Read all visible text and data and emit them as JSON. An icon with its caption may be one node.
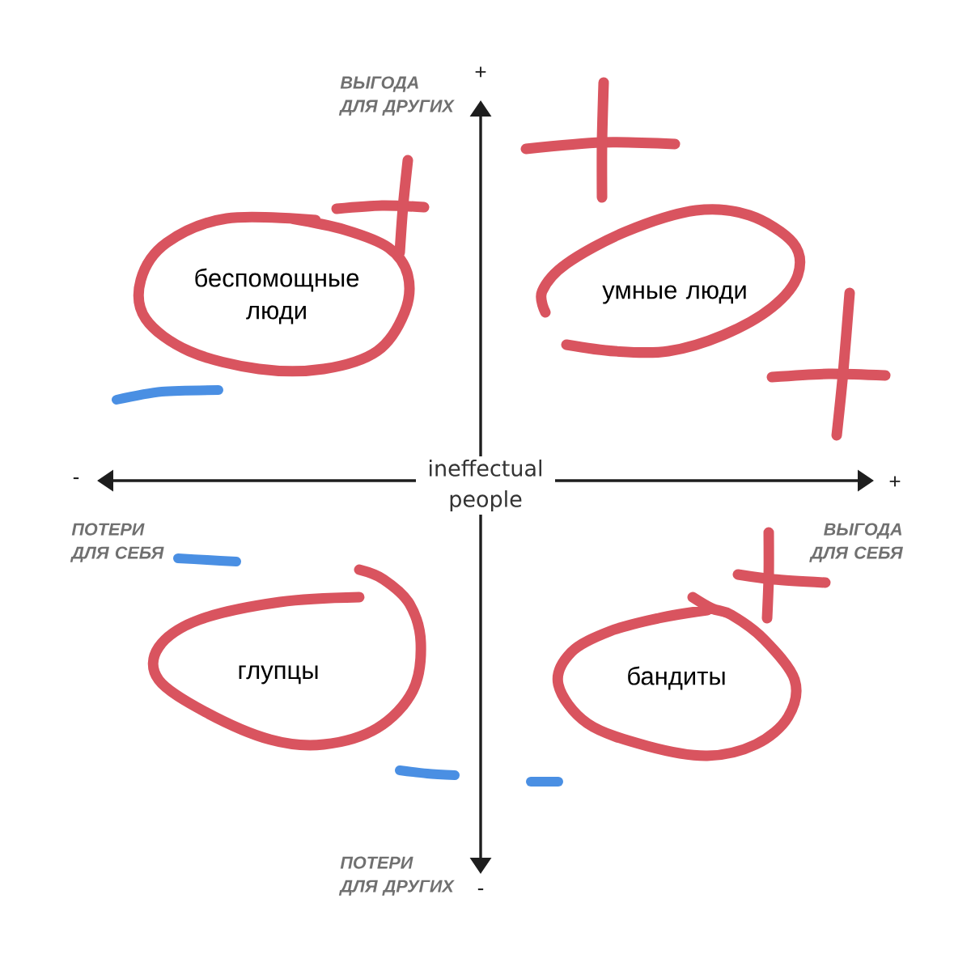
{
  "diagram": {
    "nodes": [
      {
        "text": [
          "беспомощные люди"
        ]
      },
      {
        "text": [
          "умные люди"
        ]
      },
      {
        "text": [
          "глупцы"
        ]
      },
      {
        "text": [
          "бандиты"
        ]
      }
    ],
    "labels": [
      "ВЫГОДА ДЛЯ ДРУГИХ",
      "+",
      "-",
      "ineffectual people",
      "+",
      "ПОТЕРИ ДЛЯ СЕБЯ",
      "ВЫГОДА ДЛЯ СЕБЯ",
      "ПОТЕРИ ДЛЯ ДРУГИХ",
      "-"
    ]
  }
}
